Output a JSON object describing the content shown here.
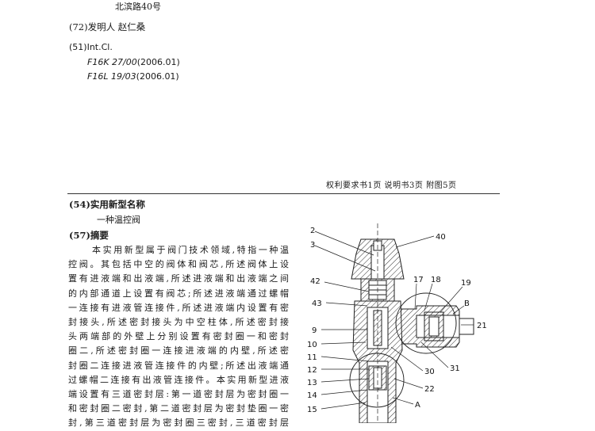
{
  "header": {
    "address_line": "北滨路40号",
    "inventor": "(72)发明人 赵仁桑",
    "int_cl_label": "(51)Int.Cl.",
    "classifications": [
      {
        "code": "F16K 27/00",
        "date": "(2006.01)"
      },
      {
        "code": "F16L 19/03",
        "date": "(2006.01)"
      }
    ]
  },
  "page_counts": "权利要求书1页   说明书3页   附图5页",
  "utility_model": {
    "section_label": "(54)实用新型名称",
    "title": "一种温控阀"
  },
  "abstract": {
    "section_label": "(57)摘要",
    "lines": [
      "本实用新型属于阀门技术领域,特指一种温",
      "控阀。其包括中空的阀体和阀芯,所述阀体上设",
      "置有进液端和出液端,所述进液端和出液端之间",
      "的内部通道上设置有阀芯;所述进液端通过螺帽",
      "一连接有进液管连接件,所述进液端内设置有密",
      "封接头,所述密封接头为中空柱体,所述密封接",
      "头两端部的外壁上分别设置有密封圈一和密封",
      "圈二,所述密封圈一连接进液端的内壁,所述密",
      "封圈二连接进液管连接件的内壁;所述出液端通",
      "过螺帽二连接有出液管连接件。本实用新型进液",
      "端设置有三道密封层:第一道密封层为密封圈一",
      "和密封圈二密封,第二道密封层为密封垫圈一密",
      "封,第三道密封层为密封圈三密封,三道密封层"
    ]
  },
  "figure_labels": {
    "n2": "2",
    "n3": "3",
    "n40": "40",
    "n42": "42",
    "n43": "43",
    "n9": "9",
    "n10": "10",
    "n11": "11",
    "n12": "12",
    "n13": "13",
    "n14": "14",
    "n15": "15",
    "n17": "17",
    "n18": "18",
    "n19": "19",
    "nB": "B",
    "n21": "21",
    "n30": "30",
    "n31": "31",
    "n22": "22",
    "nA": "A"
  }
}
